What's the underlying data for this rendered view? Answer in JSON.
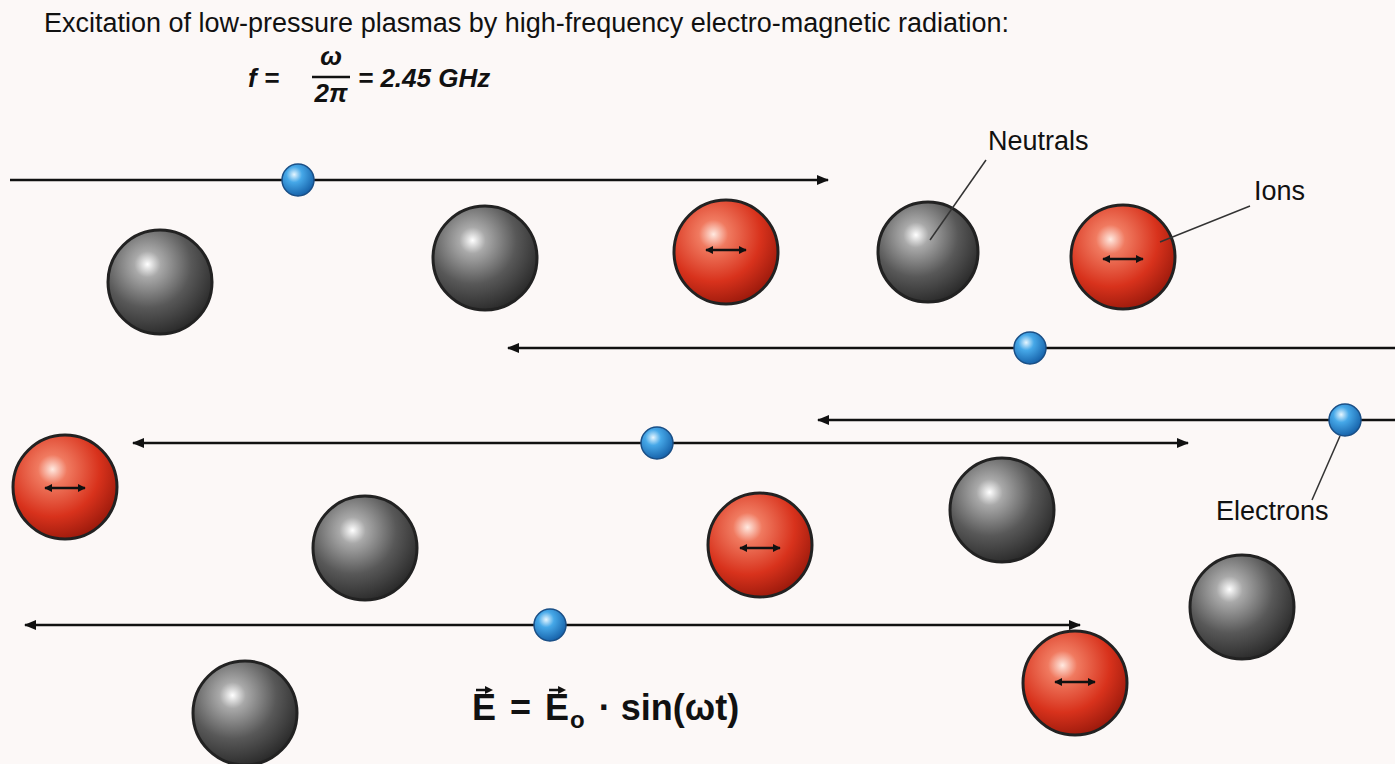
{
  "diagram": {
    "title": "Excitation of low-pressure plasmas by high-frequency electro-magnetic radiation:",
    "labels": [
      "f =",
      "ω",
      "2π",
      "= 2.45 GHz",
      "Neutrals",
      "Ions",
      "Electrons",
      "E",
      "=",
      "E",
      "o",
      "· sin(ωt)"
    ]
  }
}
